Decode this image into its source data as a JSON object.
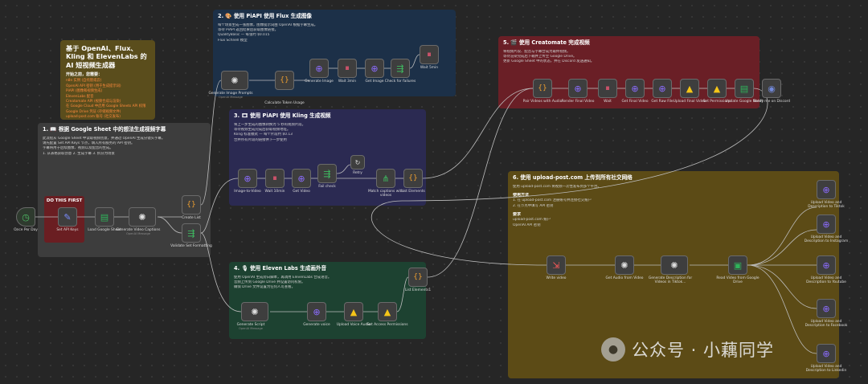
{
  "intro": {
    "title": "基于 OpenAI、Flux、Kling 和 ElevenLabs 的 AI 短视频生成器",
    "heading": "开始之前，您需要：",
    "items": [
      "n8n 实例 (自托管或云)",
      "OpenAI API 密钥 (用于生成提示词)",
      "PiAPI (图像和视频生成)",
      "ElevenLabs 配音",
      "Creatomate API (视频合成与渲染)",
      "在 Google Cloud 中启用 Google Sheets API 权限",
      "Google Drive 凭证 (存储视频文件)",
      "upload-post.com 账号 (社交发布)"
    ]
  },
  "first": {
    "label": "DO THIS FIRST"
  },
  "sections": {
    "s1": {
      "title": "1. 📖 根据 Google Sheet 中的想法生成视频字幕",
      "lines": [
        "此流程从 Google Sheet 中读取视频创意，并通过 OpenAI 生成分镜头字幕。",
        "请先配置 Set API Keys 节点，填入所有服务的 API 密钥。",
        "字幕将用于后续图像、视频以及配音的生成。",
        "1. 从表格获取创意  2. 生成字幕  3. 拆分为场景"
      ]
    },
    "s2": {
      "title": "2. 🎨 使用 PiAPI 使用 Flux 生成图像",
      "lines": [
        "每个场景生成一张图像，图像提示词由 OpenAI 根据字幕生成。",
        "等待 PiAPI 返回结果后获取图像链接。",
        "QualityBasic — 每张约 $0.015",
        "Flux Schnell 模型"
      ]
    },
    "s3": {
      "title": "3. 🎞 使用 PiAPI 使用 Kling 生成视频",
      "lines": [
        "将上一步生成的图像转换为 5 秒的视频片段。",
        "等待视频生成完成后获取视频地址。",
        "Kling 标准模式 — 每个片段约 $0.13",
        "合并所有片段的链接供下一步使用"
      ]
    },
    "s4": {
      "title": "4. 🎙 使用 Eleven Labs 生成画外音",
      "lines": [
        "使用 OpenAI 生成旁白脚本，再调用 ElevenLabs 合成语音。",
        "音频上传到 Google Drive 并设置访问权限。",
        "确保 Drive 文件设置为任何人可查看。"
      ]
    },
    "s5": {
      "title": "5. 🎬 使用 Creatomate 完成视频",
      "lines": [
        "将视频片段、配音与字幕合成为最终视频。",
        "等待渲染完成后下载并上传至 Google Drive。",
        "更新 Google Sheet 中的状态，并在 Discord 发送通知。"
      ]
    },
    "s6": {
      "title": "6. 使用 upload-post.com 上传到所有社交网络",
      "lines": [
        "使用 upload-post.com 将视频一次性发布到多个平台。",
        "使用方法",
        "1. 在 upload-post.com 注册账号并连接社交账户",
        "2. 在节点中填写 API 密钥",
        "要求",
        "upload-post.com 账户",
        "OpenAI API 密钥"
      ]
    }
  },
  "nodes": {
    "once": {
      "label": "Once Per Day"
    },
    "setkeys": {
      "label": "Set API Keys"
    },
    "loadsheet": {
      "label": "Load Google Sheet"
    },
    "gencaptions": {
      "label": "Generate Video Captions",
      "sub": "OpenAI Message"
    },
    "createlist": {
      "label": "Create List"
    },
    "validate": {
      "label": "Validate Set Formatting"
    },
    "genprompts": {
      "label": "Generate Image Prompts",
      "sub": "OpenAI Message"
    },
    "calctokens": {
      "label": "Calculate Token Usage"
    },
    "genimage": {
      "label": "Generate Image"
    },
    "wait3min": {
      "label": "Wait 3min"
    },
    "getimage": {
      "label": "Get Image"
    },
    "checkfailures": {
      "label": "Check for failures"
    },
    "wait5min": {
      "label": "Wait 5min"
    },
    "img2video": {
      "label": "Image-to-Video"
    },
    "wait10min": {
      "label": "Wait 10min"
    },
    "getvideo": {
      "label": "Get Video"
    },
    "failcheck": {
      "label": "Fail check"
    },
    "retry": {
      "label": "Retry"
    },
    "matchcaptions": {
      "label": "Match captions with videos"
    },
    "listelements": {
      "label": "List Elements"
    },
    "genscript": {
      "label": "Generate Script",
      "sub": "OpenAI Message"
    },
    "genvoice": {
      "label": "Generate voice"
    },
    "uploadvoice": {
      "label": "Upload Voice Audio"
    },
    "setaccess": {
      "label": "Set Access Permissions"
    },
    "listelements2": {
      "label": "List Elements1"
    },
    "pairvideos": {
      "label": "Pair Videos with Audio"
    },
    "renderfinal": {
      "label": "Render Final Video"
    },
    "wait": {
      "label": "Wait"
    },
    "getfinal": {
      "label": "Get Final Video"
    },
    "getraw": {
      "label": "Get Raw File"
    },
    "uploadfinal": {
      "label": "Upload Final Video"
    },
    "setperms": {
      "label": "Set Permissions"
    },
    "updatesheet": {
      "label": "Update Google Sheet"
    },
    "notify": {
      "label": "Notify me on Discord"
    },
    "writevideo": {
      "label": "Write video"
    },
    "getaudio": {
      "label": "Get Audio from Video"
    },
    "gendesc": {
      "label": "Generate Description for Videos in Tiktok..."
    },
    "readdrive": {
      "label": "Read Video from Google Drive"
    },
    "uptiktok": {
      "label": "Upload Video and Description to Tiktok"
    },
    "upinsta": {
      "label": "Upload Video and Description to Instagram"
    },
    "upyoutube": {
      "label": "Upload Video and Description to Youtube"
    },
    "upfacebook": {
      "label": "Upload Video and Description to Facebook"
    },
    "uplinkedin": {
      "label": "Upload Video and Description to Linkedin"
    }
  },
  "watermark": {
    "text": "公众号 · 小藕同学"
  },
  "colors": {
    "s1": "#3d3d3d",
    "s2": "#1c3048",
    "s3": "#2b2a52",
    "s4": "#1d4231",
    "s5": "#6a1f26",
    "s6": "#5c4b16",
    "wire": "#bdbdbd",
    "accent": "#ff7a2f"
  }
}
